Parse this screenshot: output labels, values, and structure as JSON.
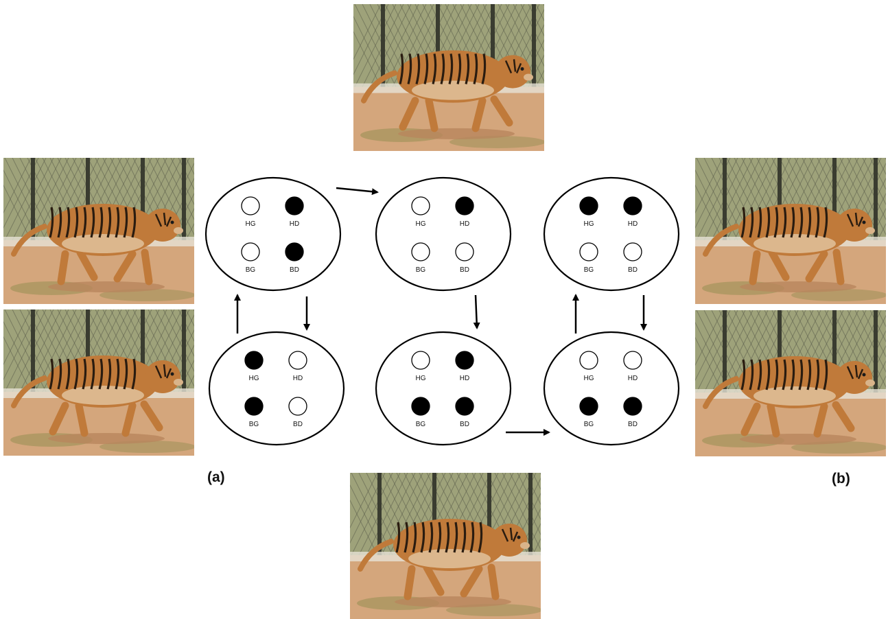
{
  "panel_labels": {
    "left": "(a)",
    "right": "(b)"
  },
  "foot_labels": {
    "hind_left": "HG",
    "hind_right": "HD",
    "fore_left": "BG",
    "fore_right": "BD"
  },
  "colors": {
    "sky": "#9ea27a",
    "fence": "#5a5d4a",
    "ground": "#d4a67c",
    "ground_dark": "#b8865c",
    "grass": "#8a8a4a",
    "tiger": "#c07a3a",
    "stripe": "#2a1c10",
    "wall": "#e6e2d6",
    "contact": "#000000",
    "no_contact": "#ffffff"
  },
  "gait_states": [
    {
      "id": "state-top-1",
      "feet": {
        "HG": false,
        "HD": true,
        "BG": false,
        "BD": true
      }
    },
    {
      "id": "state-bottom-1",
      "feet": {
        "HG": true,
        "HD": false,
        "BG": true,
        "BD": false
      }
    },
    {
      "id": "state-top-2",
      "feet": {
        "HG": false,
        "HD": true,
        "BG": false,
        "BD": false
      }
    },
    {
      "id": "state-bottom-2",
      "feet": {
        "HG": false,
        "HD": true,
        "BG": true,
        "BD": true
      }
    },
    {
      "id": "state-top-3",
      "feet": {
        "HG": true,
        "HD": true,
        "BG": false,
        "BD": false
      }
    },
    {
      "id": "state-bottom-3",
      "feet": {
        "HG": false,
        "HD": false,
        "BG": true,
        "BD": true
      }
    }
  ],
  "photos": [
    {
      "id": "photo-top",
      "icon": "tiger-photo"
    },
    {
      "id": "photo-bottom",
      "icon": "tiger-photo"
    },
    {
      "id": "photo-left-top",
      "icon": "tiger-photo"
    },
    {
      "id": "photo-left-bottom",
      "icon": "tiger-photo"
    },
    {
      "id": "photo-right-top",
      "icon": "tiger-photo"
    },
    {
      "id": "photo-right-bottom",
      "icon": "tiger-photo"
    }
  ]
}
